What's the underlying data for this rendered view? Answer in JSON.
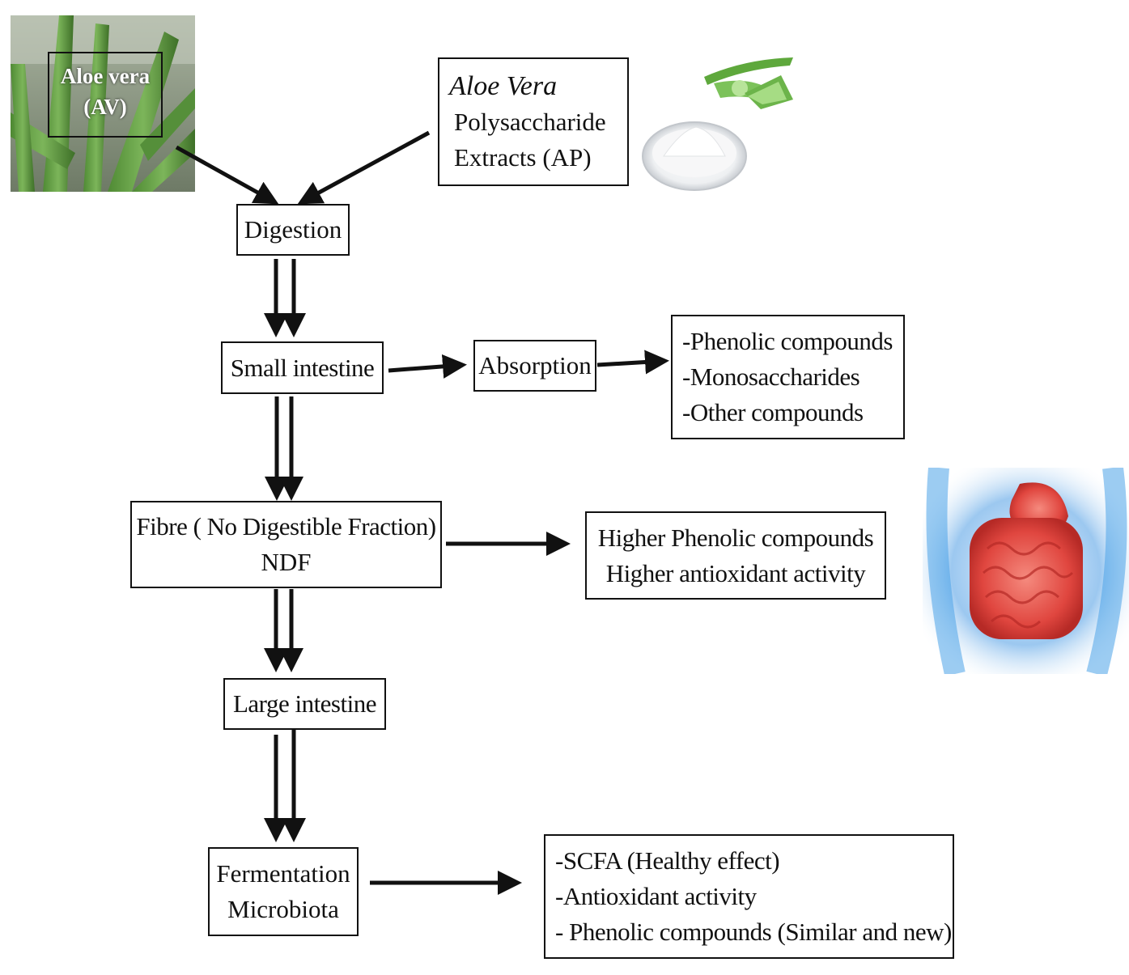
{
  "aloe_photo": {
    "caption_line1": "Aloe vera",
    "caption_line2": "(AV)"
  },
  "extract_box": {
    "title": "Aloe Vera",
    "line2": "Polysaccharide",
    "line3": "Extracts (AP)"
  },
  "digestion": {
    "label": "Digestion"
  },
  "small_intestine": {
    "label": "Small intestine"
  },
  "absorption": {
    "label": "Absorption"
  },
  "absorbed_compounds": {
    "items": [
      "-Phenolic compounds",
      "-Monosaccharides",
      "-Other compounds"
    ]
  },
  "fibre": {
    "line1": "Fibre ( No Digestible Fraction)",
    "line2": "NDF"
  },
  "fibre_outcome": {
    "line1": "Higher Phenolic compounds",
    "line2": "Higher antioxidant activity"
  },
  "large_intestine": {
    "label": "Large intestine"
  },
  "fermentation": {
    "line1": "Fermentation",
    "line2": "Microbiota"
  },
  "fermentation_outcome": {
    "items": [
      "-SCFA (Healthy effect)",
      "-Antioxidant activity",
      "- Phenolic compounds (Similar and new)"
    ]
  },
  "colors": {
    "line": "#111111",
    "aloe_green": "#5f9a3c",
    "intestine_red": "#e0463f",
    "body_blue": "#4aa3e8"
  }
}
